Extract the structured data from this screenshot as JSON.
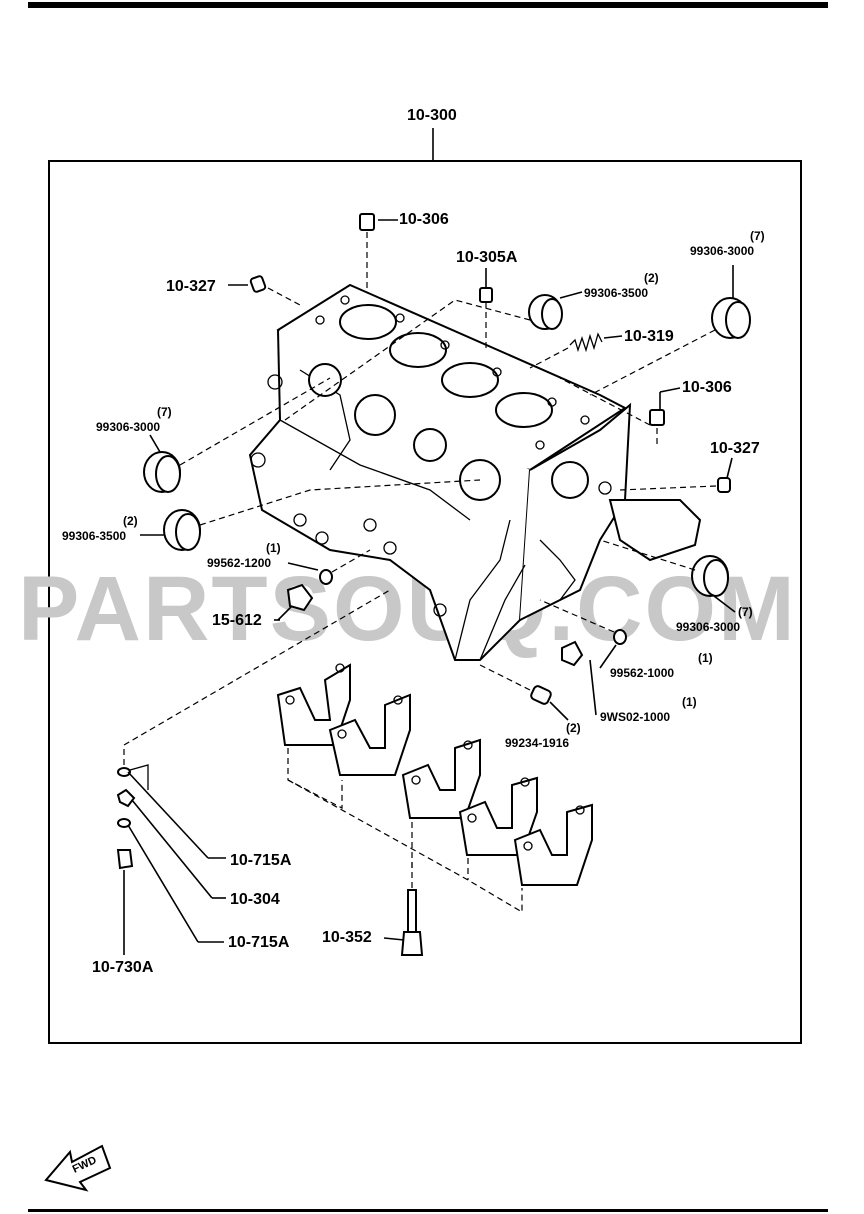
{
  "watermark": "PARTSOUQ.COM",
  "fwd_label": "FWD",
  "callouts": {
    "assembly": "10-300",
    "plug_top": "10-306",
    "jet_top": "10-305A",
    "plug_left": "10-327",
    "seal_2_top": "(2)",
    "seal_top_num": "99306-3500",
    "seal_7_tr": "(7)",
    "cap_tr_num": "99306-3000",
    "spring": "10-319",
    "plug_right": "10-306",
    "plug_right2": "10-327",
    "cap_left_7": "(7)",
    "cap_left_num": "99306-3000",
    "seal_left_2": "(2)",
    "seal_left_num": "99306-3500",
    "oring_1": "(1)",
    "oring_num": "99562-1200",
    "plug_15": "15-612",
    "cap_right_7": "(7)",
    "cap_right_num": "99306-3000",
    "oring2_1": "(1)",
    "oring2_num": "99562-1000",
    "plug2_1": "(1)",
    "plug2_num": "9WS02-1000",
    "pin_2": "(2)",
    "pin_num": "99234-1916",
    "washer_a": "10-715A",
    "nozzle": "10-304",
    "washer_b": "10-715A",
    "bolt_jet": "10-730A",
    "bolt_main": "10-352"
  }
}
